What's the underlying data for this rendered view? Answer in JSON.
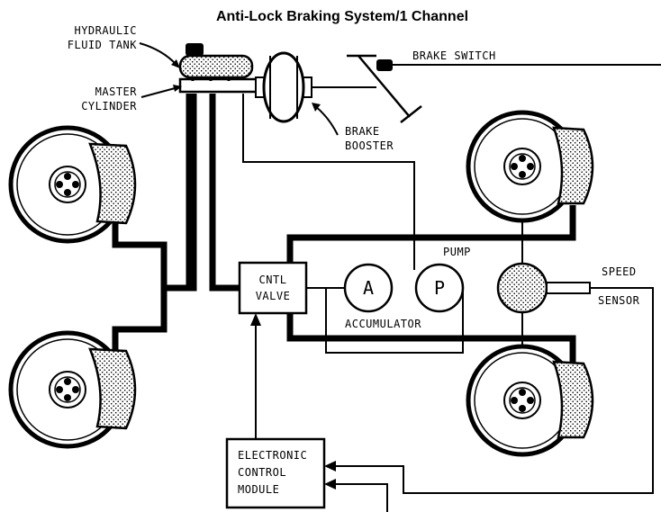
{
  "title": "Anti-Lock Braking System/1 Channel",
  "labels": {
    "hydraulic_1": "HYDRAULIC",
    "hydraulic_2": "FLUID TANK",
    "master_1": "MASTER",
    "master_2": "CYLINDER",
    "brake_switch": "BRAKE SWITCH",
    "booster_1": "BRAKE",
    "booster_2": "BOOSTER",
    "pump": "PUMP",
    "speed": "SPEED",
    "sensor": "SENSOR",
    "cntl_1": "CNTL",
    "cntl_2": "VALVE",
    "accumulator": "ACCUMULATOR",
    "acc_letter": "A",
    "pump_letter": "P",
    "ecm_1": "ELECTRONIC",
    "ecm_2": "CONTROL",
    "ecm_3": "MODULE"
  },
  "colors": {
    "ink": "#000000",
    "paper": "#ffffff"
  }
}
